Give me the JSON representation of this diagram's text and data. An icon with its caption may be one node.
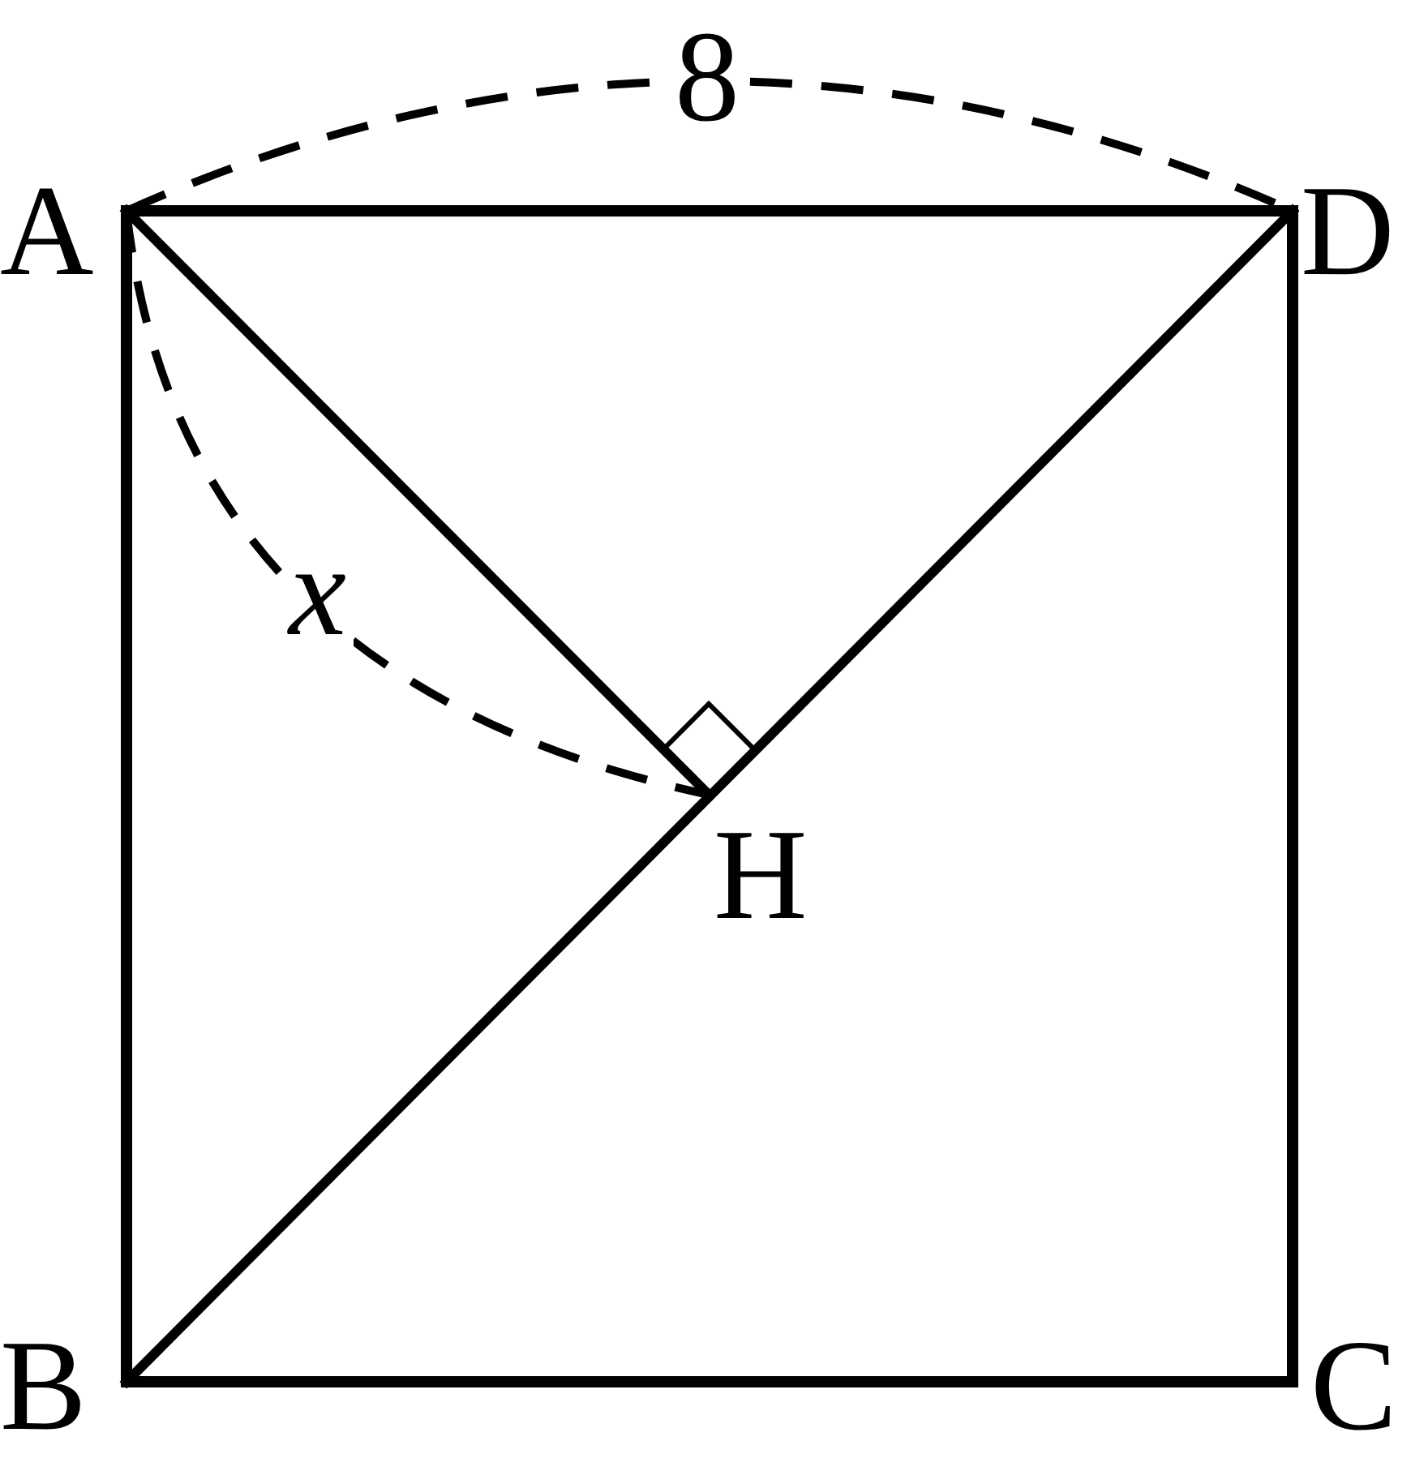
{
  "diagram": {
    "labels": [
      "8",
      "A",
      "D",
      "x",
      "H",
      "B",
      "C"
    ]
  }
}
